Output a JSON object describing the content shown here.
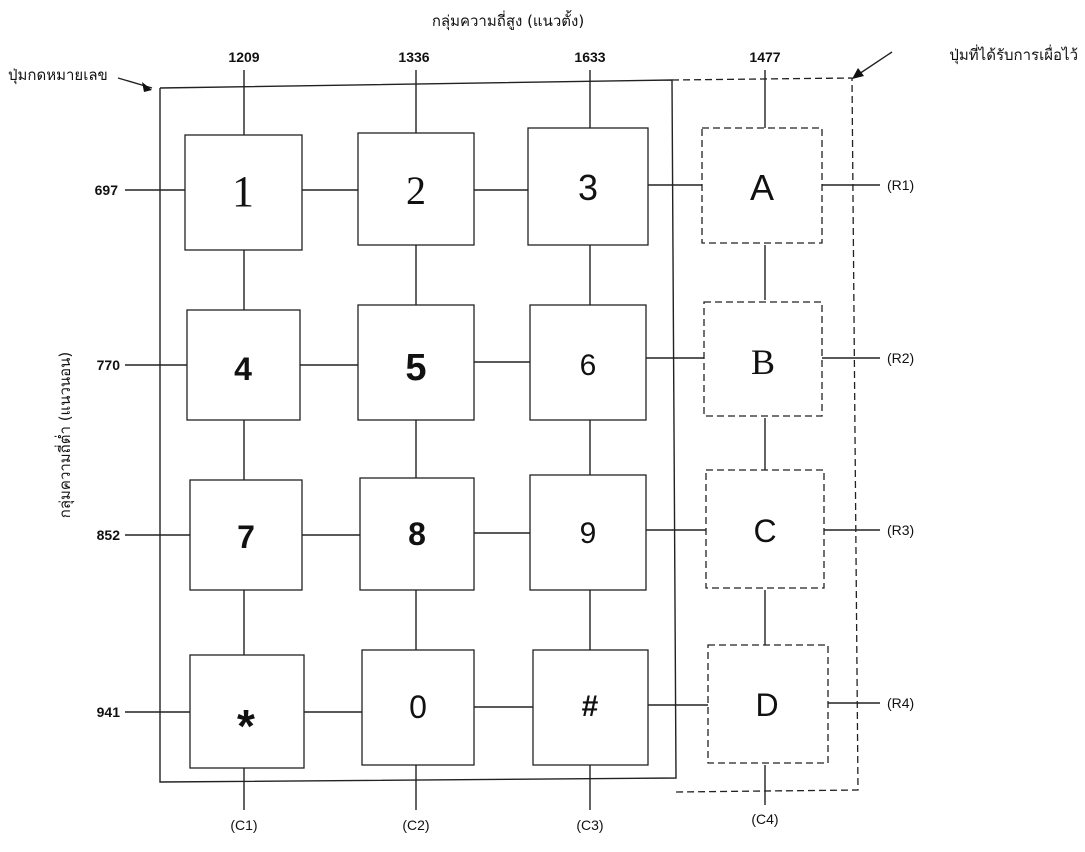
{
  "colors": {
    "ink": "#111111",
    "background": "#ffffff"
  },
  "labels": {
    "high_group": "กลุ่มความถี่สูง (แนวตั้ง)",
    "low_group": "กลุ่มความถี่ต่ำ (แนวนอน)",
    "keypad": "ปุ่มกดหมายเลข",
    "reserved": "ปุ่มที่ได้รับการเผื่อไว้"
  },
  "columns": [
    {
      "freq": "1209",
      "name": "(C1)"
    },
    {
      "freq": "1336",
      "name": "(C2)"
    },
    {
      "freq": "1633",
      "name": "(C3)"
    },
    {
      "freq": "1477",
      "name": "(C4)"
    }
  ],
  "rows": [
    {
      "freq": "697",
      "name": "(R1)"
    },
    {
      "freq": "770",
      "name": "(R2)"
    },
    {
      "freq": "852",
      "name": "(R3)"
    },
    {
      "freq": "941",
      "name": "(R4)"
    }
  ],
  "keys": [
    [
      "1",
      "2",
      "3",
      "A"
    ],
    [
      "4",
      "5",
      "6",
      "B"
    ],
    [
      "7",
      "8",
      "9",
      "C"
    ],
    [
      "*",
      "0",
      "#",
      "D"
    ]
  ]
}
